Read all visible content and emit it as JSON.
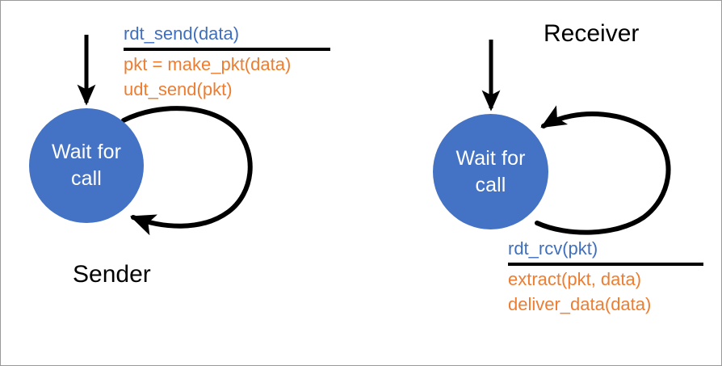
{
  "diagram": {
    "title_sender": "Sender",
    "title_receiver": "Receiver",
    "sender": {
      "state_label_line1": "Wait for",
      "state_label_line2": "call",
      "transition": {
        "event": "rdt_send(data)",
        "actions": [
          "pkt = make_pkt(data)",
          "udt_send(pkt)"
        ]
      },
      "entry_arrow": "down-arrow-icon",
      "self_loop": "self-loop-arrow-icon"
    },
    "receiver": {
      "state_label_line1": "Wait for",
      "state_label_line2": "call",
      "transition": {
        "event": "rdt_rcv(pkt)",
        "actions": [
          "extract(pkt, data)",
          "deliver_data(data)"
        ]
      },
      "entry_arrow": "down-arrow-icon",
      "self_loop": "self-loop-arrow-icon"
    }
  },
  "colors": {
    "state_fill": "#4472C4",
    "event_text": "#3F6FBF",
    "action_text": "#ED7D31",
    "stroke": "#000000",
    "background": "#FFFFFF"
  }
}
